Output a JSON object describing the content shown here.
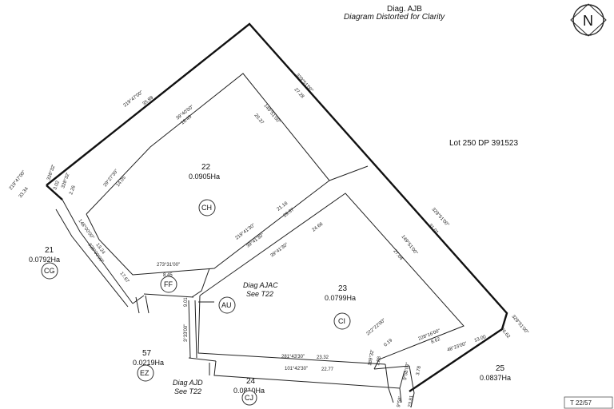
{
  "header": {
    "diag_label": "Diag. AJB",
    "subtitle": "Diagram Distorted for Clarity",
    "north_letter": "N"
  },
  "lot_label": "Lot 250 DP 391523",
  "parcels": [
    {
      "number": "22",
      "area": "0.0905Ha",
      "code": "CH"
    },
    {
      "number": "23",
      "area": "0.0799Ha",
      "code": "CI"
    },
    {
      "number": "21",
      "area": "0.0792Ha",
      "code": "CG"
    },
    {
      "number": "57",
      "area": "0.0219Ha",
      "code": "EZ"
    },
    {
      "number": "24",
      "area": "0.0810Ha",
      "code": "CJ"
    },
    {
      "number": "25",
      "area": "0.0837Ha",
      "code": "",
      "code_placeholder": ""
    }
  ],
  "markers": {
    "ff": "FF",
    "au": "AU"
  },
  "references": {
    "ajac_line1": "Diag AJAC",
    "ajac_line2": "See T22",
    "ajd_line1": "Diag AJD",
    "ajd_line2": "See T22"
  },
  "sheet_ref": "T 22/57",
  "dimensions": {
    "d1_bearing": "219°47'00\"",
    "d1_dist": "35.99",
    "d2_bearing": "329°51'00\"",
    "d2_dist": "27.28",
    "d3_bearing": "39°40'00\"",
    "d3_dist": "16.45",
    "d4_bearing": "149°51'00\"",
    "d4_dist": "20.37",
    "d5_bearing": "219°41'30\"",
    "d5_dist": "21.16",
    "d6_bearing": "39°41'30\"",
    "d6_dist": "29.37",
    "d7_bearing": "39°41'30\"",
    "d7_dist": "24.66",
    "d8_bearing": "329°51'00\"",
    "d8_dist": "31.01",
    "d9_bearing": "149°51'00\"",
    "d9_dist": "27.04",
    "d10_bearing": "29°27'30\"",
    "d10_dist": "14.05",
    "d11_bearing": "148°00'00\"",
    "d11_dist": "13.24",
    "d12_bearing": "328°00'00\"",
    "d12_dist": "17.67",
    "d13_bearing": "273°31'00\"",
    "d13_dist": "8.45",
    "d14_bearing": "219°47'00\"",
    "d14_dist": "33.34",
    "d15_bearing": "328°32'",
    "d15_dist": "3.02",
    "d16_bearing": "328°32'",
    "d16_dist": "2.26",
    "d17_bearing": "3°33'00\"",
    "d17_dist": "9.01",
    "d18_bearing": "281°43'30\"",
    "d18_dist": "23.32",
    "d19_bearing": "101°42'30\"",
    "d19_dist": "22.77",
    "d20_bearing": "222°22'00\"",
    "d20_dist": "0.19",
    "d21_bearing": "189°32'",
    "d21_dist": "1.88",
    "d22_bearing": "228°16'00\"",
    "d22_dist": "8.62",
    "d23_bearing": "48°23'00\"",
    "d23_dist": "13.00",
    "d24_bearing": "329°51'00\"",
    "d24_dist": "26.62",
    "d25_bearing": "9°58'00\"",
    "d25_dist": "3.78",
    "d26_bearing": "9°58'",
    "d26_dist": "23.81"
  }
}
